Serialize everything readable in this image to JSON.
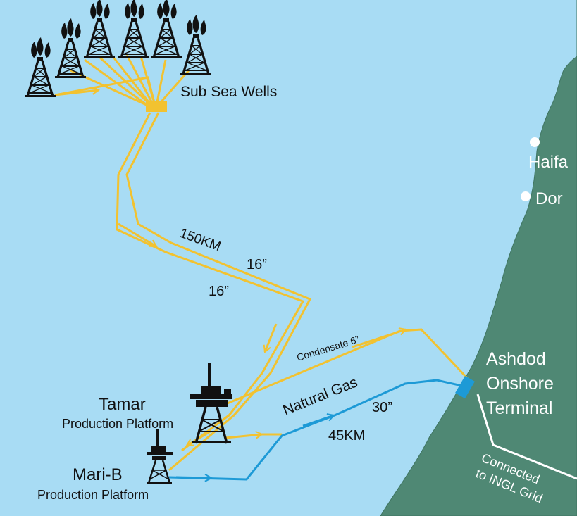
{
  "colors": {
    "sea": "#a8dcf4",
    "land": "#4f8874",
    "land_edge": "#3f7562",
    "gas_pipeline": "#f2c230",
    "natural_gas_pipeline": "#1d9ad6",
    "ingl_line": "#ffffff",
    "terminal": "#1d9ad6",
    "wells_hub": "#f2c230"
  },
  "icons": {
    "wells": "oil-derrick-with-drops-icon",
    "platform": "offshore-platform-icon",
    "city": "white-dot-icon"
  },
  "labels": {
    "sub_sea_wells": "Sub Sea Wells",
    "distance_150": "150KM",
    "diameter_16a": "16”",
    "diameter_16b": "16”",
    "condensate": "Condensate 6”",
    "natural_gas": "Natural Gas",
    "diameter_30": "30”",
    "distance_45": "45KM",
    "tamar_name": "Tamar",
    "tamar_sub": "Production Platform",
    "marib_name": "Mari-B",
    "marib_sub": "Production Platform",
    "terminal_1": "Ashdod",
    "terminal_2": "Onshore",
    "terminal_3": "Terminal",
    "grid_1": "Connected",
    "grid_2": "to INGL Grid",
    "city_haifa": "Haifa",
    "city_dor": "Dor"
  }
}
